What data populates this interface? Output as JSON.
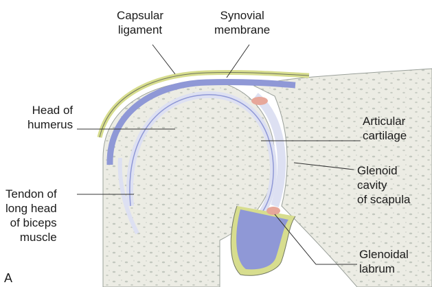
{
  "figure_letter": "A",
  "labels": {
    "capsular_ligament": [
      "Capsular",
      "ligament"
    ],
    "synovial_membrane": [
      "Synovial",
      "membrane"
    ],
    "head_of_humerus": [
      "Head of",
      "humerus"
    ],
    "articular_cartilage": [
      "Articular",
      "cartilage"
    ],
    "glenoid_cavity": [
      "Glenoid",
      "cavity",
      "of scapula"
    ],
    "tendon_biceps": [
      "Tendon of",
      "long head",
      "of biceps",
      "muscle"
    ],
    "glenoidal_labrum": [
      "Glenoidal",
      "labrum"
    ]
  },
  "colors": {
    "bone": "#ecece4",
    "bone_dots": "#b9bfb6",
    "synovial_blue": "#8f98d6",
    "cartilage": "#dde0f2",
    "capsule_yellow": "#d7dd8e",
    "labrum_pink": "#e7a79a",
    "leader": "#333333"
  }
}
